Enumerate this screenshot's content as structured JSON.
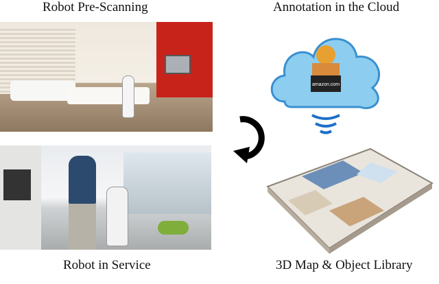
{
  "figure": {
    "panels": [
      {
        "label": "Robot Pre-Scanning"
      },
      {
        "label": "Annotation in the Cloud"
      },
      {
        "label": "Robot in Service"
      },
      {
        "label": "3D Map & Object Library"
      }
    ],
    "cloud_logo_text": "amazon.com",
    "arrow_icon": "curved-arrow-counterclockwise",
    "colors": {
      "cloud": "#7ec3ea",
      "accent_red": "#c8231b",
      "arrow": "#000000"
    }
  }
}
